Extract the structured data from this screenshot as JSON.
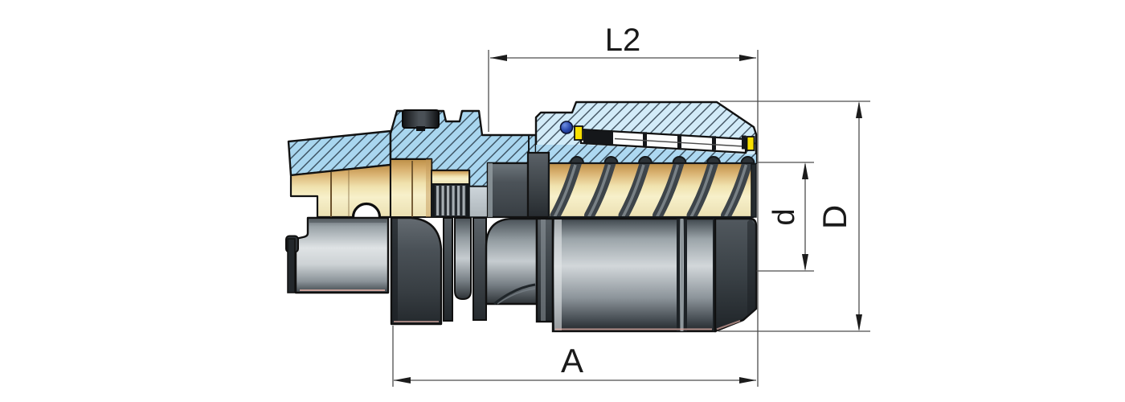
{
  "drawing": {
    "dimension_labels": {
      "l2": "L2",
      "a": "A",
      "d_small": "d",
      "d_large": "D"
    }
  },
  "palette": {
    "background": "#ffffff",
    "hatch_blue": "#a9d6ef",
    "hatch_blue_light": "#d2ebf8",
    "hatch_line": "#223240",
    "cream_dark": "#c59a55",
    "cream_light": "#f7f0ca",
    "metal_light": "#dfe3e5",
    "metal_dark": "#262b2f",
    "outline": "#121212",
    "dimension_line": "#4d4d4d",
    "dimension_text": "#1a1a1a",
    "seal_yellow": "#f8df00",
    "ball_blue": "#2b4bb0",
    "edge_pink": "#d8a9a1"
  }
}
